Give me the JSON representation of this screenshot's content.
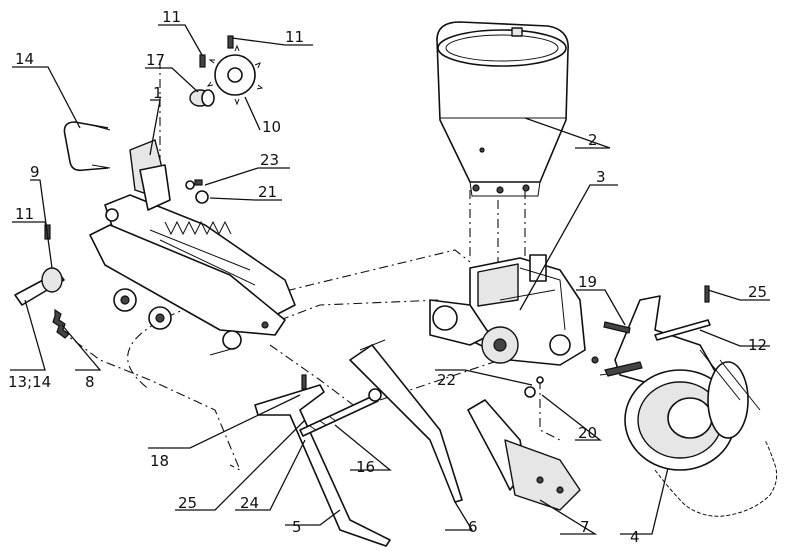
{
  "callouts": {
    "c1": "1",
    "c2": "2",
    "c3": "3",
    "c4": "4",
    "c5": "5",
    "c6": "6",
    "c7": "7",
    "c8": "8",
    "c9": "9",
    "c10": "10",
    "c11a": "11",
    "c11b": "11",
    "c11c": "11",
    "c12": "12",
    "c13_14": "13;14",
    "c14": "14",
    "c16": "16",
    "c17": "17",
    "c18": "18",
    "c19": "19",
    "c20": "20",
    "c21": "21",
    "c22": "22",
    "c23": "23",
    "c24": "24",
    "c25a": "25",
    "c25b": "25"
  }
}
